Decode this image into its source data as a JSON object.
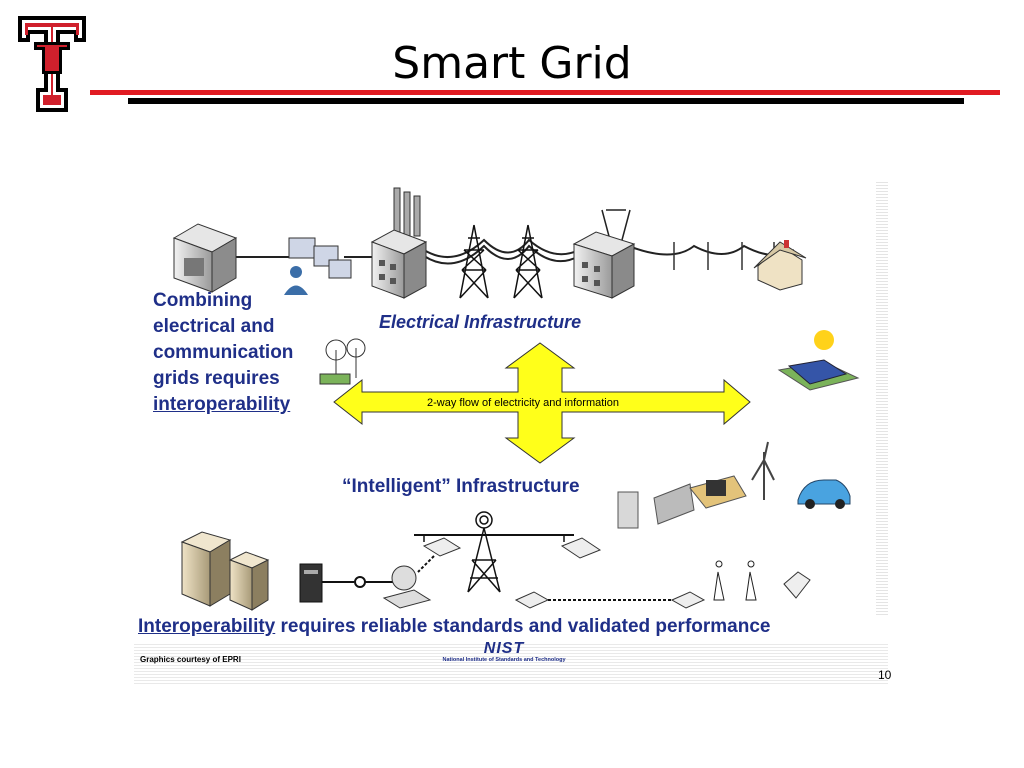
{
  "slide": {
    "title": "Smart Grid",
    "page_number": "10"
  },
  "logo": {
    "name": "texas-tech-double-t-logo",
    "colors": {
      "red": "#d0202c",
      "black": "#000000",
      "white": "#ffffff"
    }
  },
  "figure": {
    "combining_text": [
      "Combining",
      "electrical and",
      "communication",
      "grids requires",
      "interoperability"
    ],
    "electrical_label": "Electrical Infrastructure",
    "arrow_text": "2-way flow of electricity and information",
    "intelligent_label": "“Intelligent” Infrastructure",
    "bottom_underlined": "Interoperability",
    "bottom_rest": " requires reliable standards and validated performance",
    "credit": "Graphics courtesy of EPRI",
    "nist_mark": "NIST",
    "nist_name": "National Institute of Standards and Technology"
  },
  "colors": {
    "accent_red": "#e11b22",
    "text_blue": "#1f2f88",
    "arrow_yellow": "#ffff1a"
  }
}
